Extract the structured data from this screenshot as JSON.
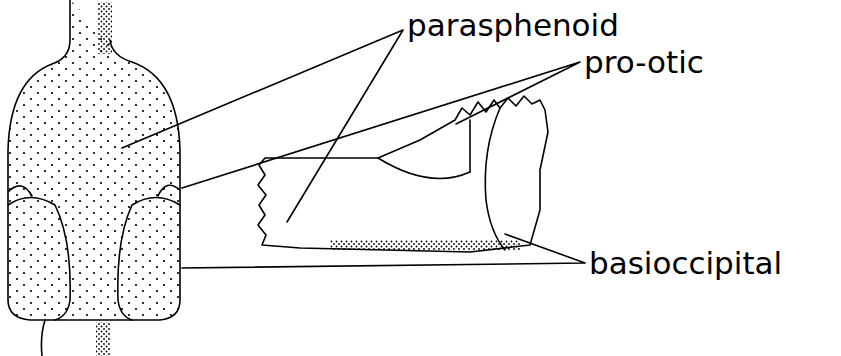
{
  "diagram": {
    "labels": [
      "parasphenoid",
      "pro-otic",
      "basioccipital"
    ]
  }
}
